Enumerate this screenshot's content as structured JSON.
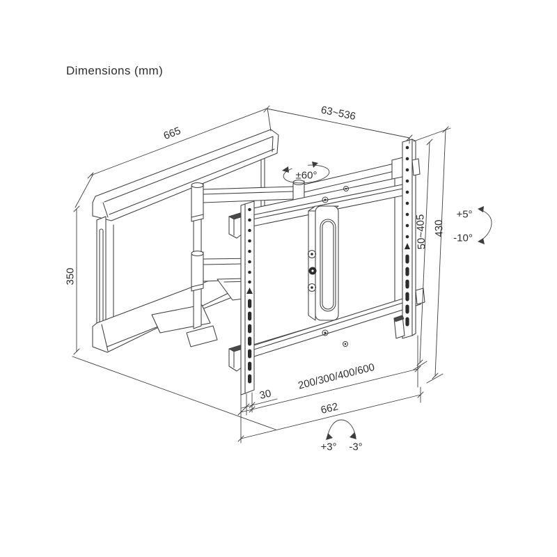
{
  "title": "Dimensions (mm)",
  "drawing": {
    "subject": "full-motion TV wall mount technical drawing",
    "line_color": "#3d3d3d",
    "hole_color": "#2b2b2b",
    "background": "#ffffff",
    "labels": {
      "wall_plate_width": "665",
      "extension_range": "63~536",
      "swivel_range": "±60°",
      "wall_plate_height": "350",
      "vesa_vertical_range": "50~405",
      "bracket_total_height": "430",
      "tilt_up": "+5°",
      "tilt_down": "-10°",
      "rail_width": "30",
      "vesa_widths": "200/300/400/600",
      "crossbar_width": "662",
      "level_adjust_plus": "+3°",
      "level_adjust_minus": "-3°"
    }
  }
}
